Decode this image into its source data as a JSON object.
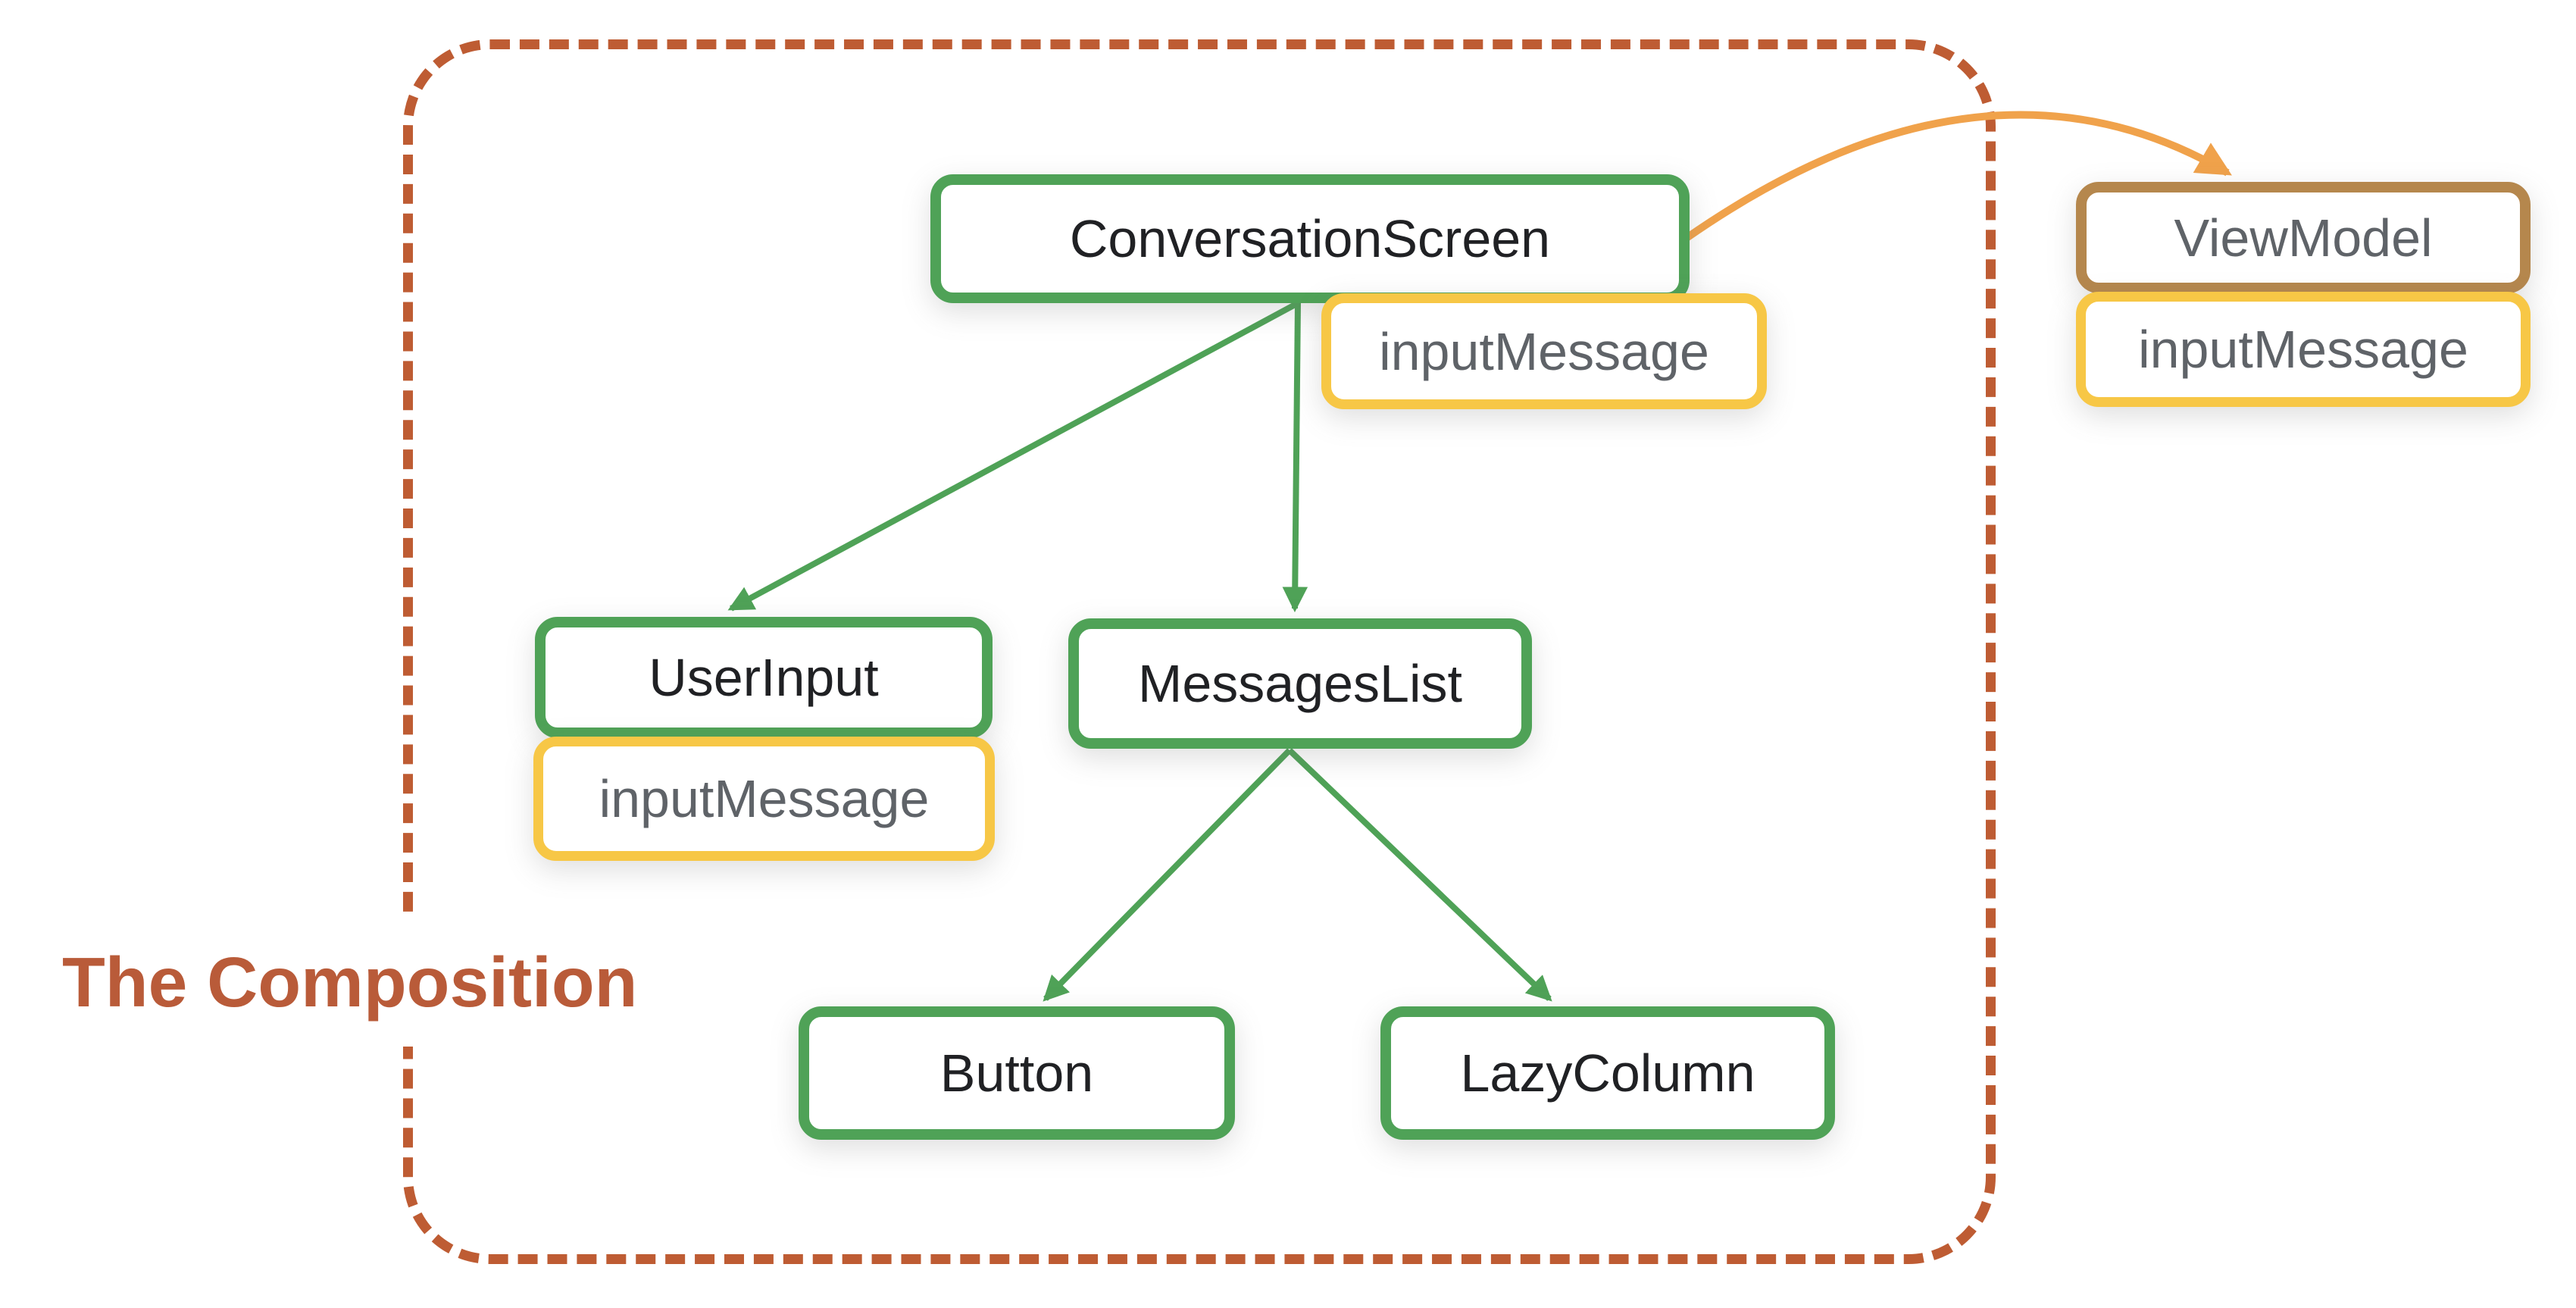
{
  "title": "The Composition",
  "nodes": {
    "conversation_screen": {
      "label": "ConversationScreen",
      "kind": "composable"
    },
    "conversation_state": {
      "label": "inputMessage",
      "kind": "state"
    },
    "user_input": {
      "label": "UserInput",
      "kind": "composable"
    },
    "user_input_state": {
      "label": "inputMessage",
      "kind": "state"
    },
    "messages_list": {
      "label": "MessagesList",
      "kind": "composable"
    },
    "button": {
      "label": "Button",
      "kind": "composable"
    },
    "lazy_column": {
      "label": "LazyColumn",
      "kind": "composable"
    },
    "view_model": {
      "label": "ViewModel",
      "kind": "viewmodel"
    },
    "view_model_state": {
      "label": "inputMessage",
      "kind": "state"
    }
  },
  "edges": [
    {
      "from": "ConversationScreen",
      "to": "UserInput",
      "style": "green-arrow"
    },
    {
      "from": "ConversationScreen",
      "to": "MessagesList",
      "style": "green-arrow"
    },
    {
      "from": "MessagesList",
      "to": "Button",
      "style": "green-arrow"
    },
    {
      "from": "MessagesList",
      "to": "LazyColumn",
      "style": "green-arrow"
    },
    {
      "from": "ConversationScreen",
      "to": "ViewModel",
      "style": "orange-curved-arrow"
    }
  ],
  "colors": {
    "composable_border": "#4fa257",
    "state_border": "#f7c746",
    "viewmodel_border": "#b5874d",
    "green_arrow": "#4fa257",
    "orange_arrow": "#f0a24b",
    "frame_dash": "#be5c33",
    "title_text": "#b95b39",
    "composable_text": "#202124",
    "state_text": "#5f6368",
    "background": "#ffffff"
  }
}
